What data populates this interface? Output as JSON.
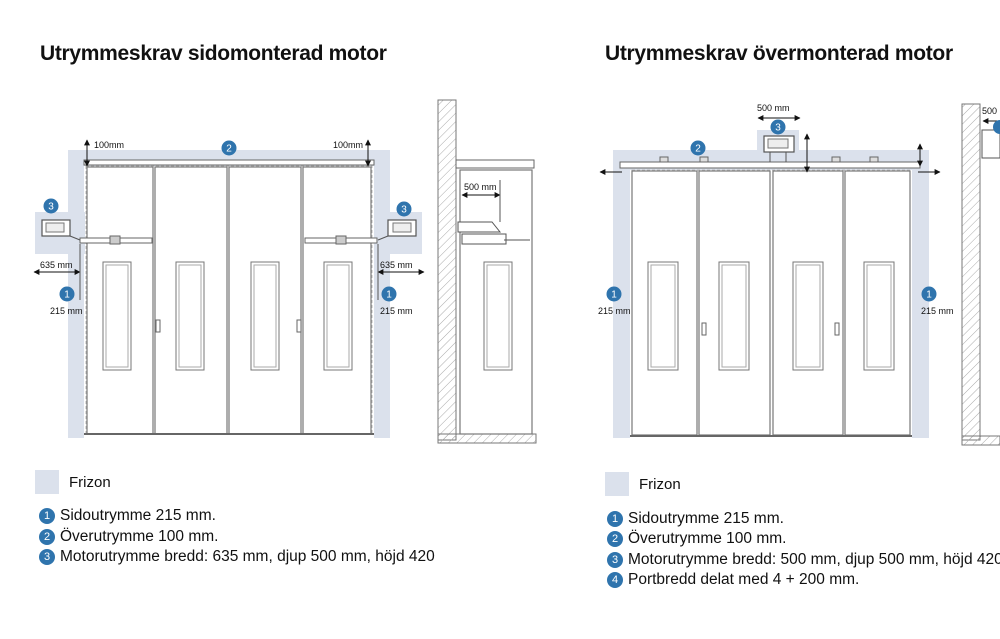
{
  "left": {
    "title": "Utrymmeskrav sidomonterad motor",
    "dims": {
      "top_left": "100mm",
      "top_right": "100mm",
      "side_left": "635 mm",
      "side_right": "635 mm",
      "side_width_left": "215 mm",
      "side_width_right": "215 mm",
      "depth": "500 mm"
    },
    "legend_label": "Frizon",
    "items": [
      {
        "num": "1",
        "text": "Sidoutrymme 215 mm."
      },
      {
        "num": "2",
        "text": "Överutrymme 100 mm."
      },
      {
        "num": "3",
        "text": "Motorutrymme bredd: 635 mm, djup 500 mm, höjd 420"
      }
    ],
    "badges": {
      "b1": "1",
      "b2": "2",
      "b3": "3"
    }
  },
  "right": {
    "title": "Utrymmeskrav övermonterad motor",
    "dims": {
      "motor_width": "500 mm",
      "side_width_left": "215 mm",
      "side_width_right": "215 mm",
      "depth_cut": "500"
    },
    "legend_label": "Frizon",
    "items": [
      {
        "num": "1",
        "text": "Sidoutrymme 215 mm."
      },
      {
        "num": "2",
        "text": "Överutrymme 100 mm."
      },
      {
        "num": "3",
        "text": "Motorutrymme bredd: 500 mm, djup 500 mm, höjd 420"
      },
      {
        "num": "4",
        "text": "Portbredd delat med 4 + 200 mm."
      }
    ],
    "badges": {
      "b1": "1",
      "b2": "2",
      "b3": "3"
    }
  },
  "colors": {
    "zone": "#dbe1ec",
    "badge": "#2f74ad",
    "line": "#555555"
  }
}
